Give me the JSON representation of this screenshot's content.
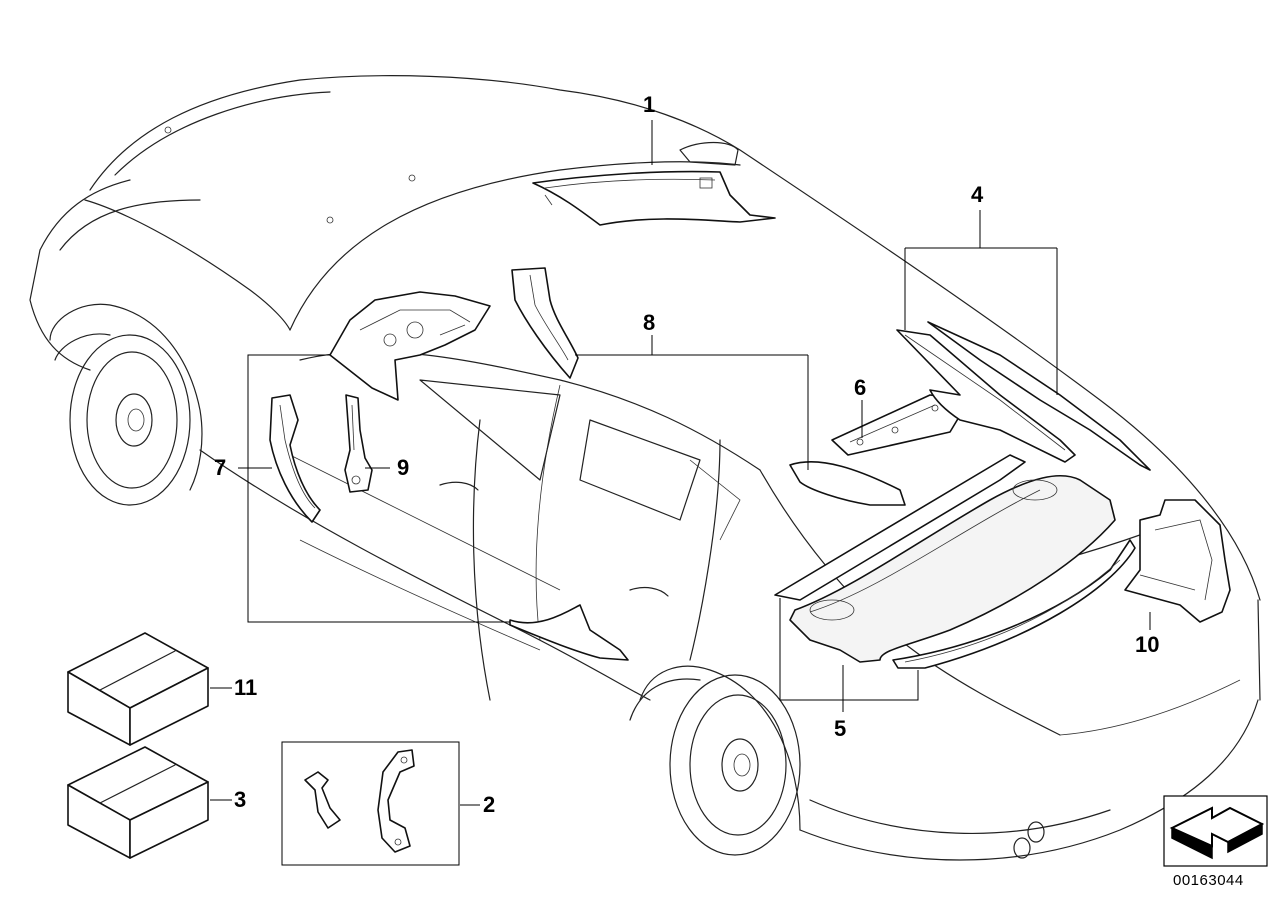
{
  "callouts": {
    "c1": "1",
    "c2": "2",
    "c3": "3",
    "c4": "4",
    "c5": "5",
    "c6": "6",
    "c7": "7",
    "c8": "8",
    "c9": "9",
    "c10": "10",
    "c11": "11"
  },
  "diagram_id": "00163044",
  "icons": {
    "direction": "forward-arrow-icon"
  }
}
